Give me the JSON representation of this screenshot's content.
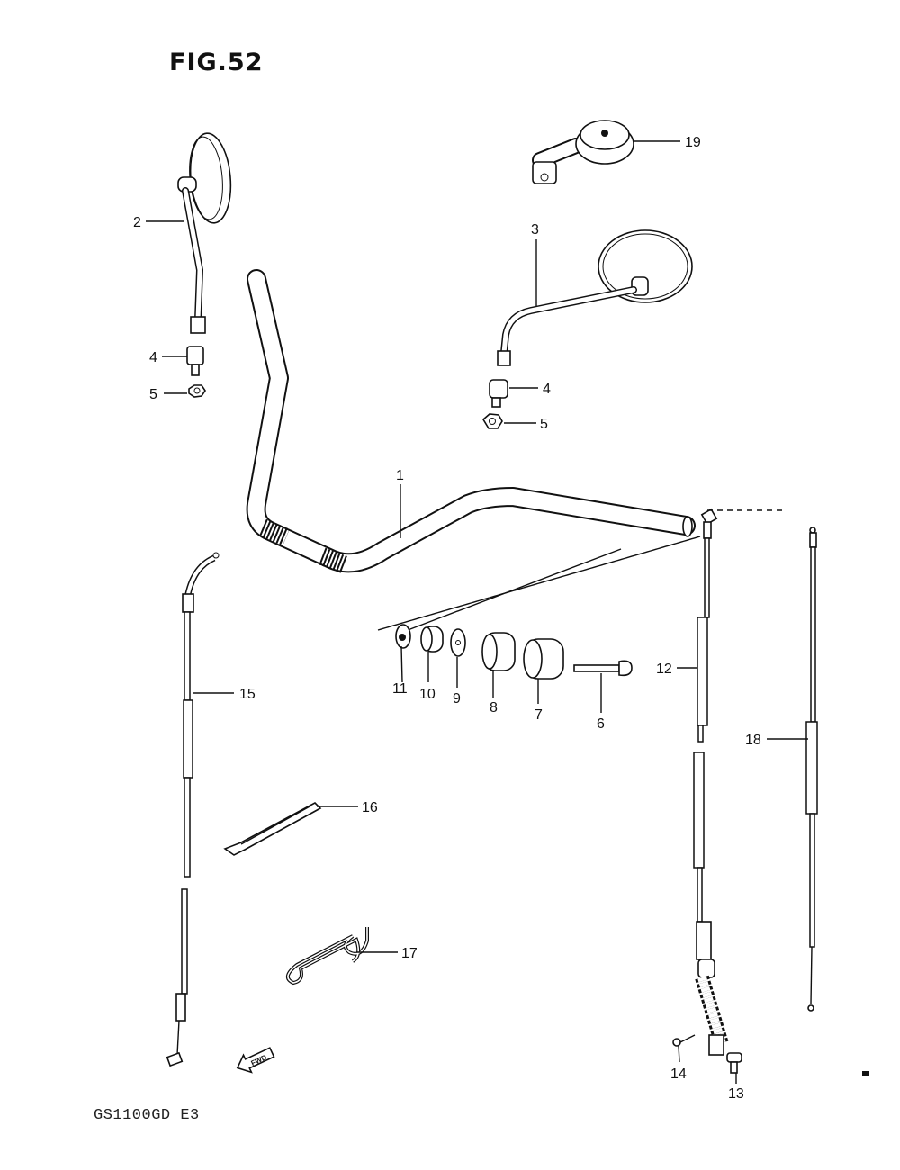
{
  "figure": {
    "title": "FIG.52",
    "model_code": "GS1100GD E3"
  },
  "callouts": [
    {
      "id": "1",
      "label": "1"
    },
    {
      "id": "2",
      "label": "2"
    },
    {
      "id": "3",
      "label": "3"
    },
    {
      "id": "4a",
      "label": "4"
    },
    {
      "id": "5a",
      "label": "5"
    },
    {
      "id": "4b",
      "label": "4"
    },
    {
      "id": "5b",
      "label": "5"
    },
    {
      "id": "6",
      "label": "6"
    },
    {
      "id": "7",
      "label": "7"
    },
    {
      "id": "8",
      "label": "8"
    },
    {
      "id": "9",
      "label": "9"
    },
    {
      "id": "10",
      "label": "10"
    },
    {
      "id": "11",
      "label": "11"
    },
    {
      "id": "12",
      "label": "12"
    },
    {
      "id": "13",
      "label": "13"
    },
    {
      "id": "14",
      "label": "14"
    },
    {
      "id": "15",
      "label": "15"
    },
    {
      "id": "16",
      "label": "16"
    },
    {
      "id": "17",
      "label": "17"
    },
    {
      "id": "18",
      "label": "18"
    },
    {
      "id": "19",
      "label": "19"
    }
  ],
  "fwd_label": "FWD"
}
